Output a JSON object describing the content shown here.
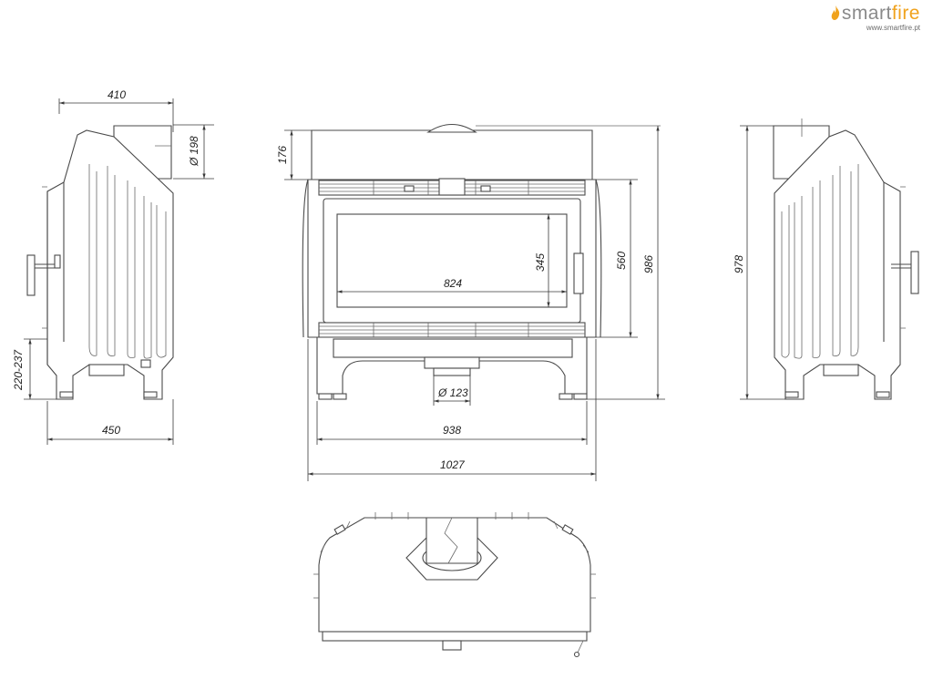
{
  "brand": {
    "name_part1": "smart",
    "name_part2": "fire",
    "url": "www.smartfire.pt",
    "colors": {
      "grey": "#8a8a8a",
      "accent": "#f0a21c"
    }
  },
  "dimensions": {
    "side_left_depth_top": "410",
    "side_left_flue": "Ø 198",
    "side_left_leg_height": "220-237",
    "side_left_depth_bottom": "450",
    "front_top_height": "176",
    "front_glass_height": "345",
    "front_glass_width": "824",
    "front_door_height": "560",
    "front_total_height": "986",
    "front_air_inlet": "Ø 123",
    "front_inner_width": "938",
    "front_total_width": "1027",
    "side_right_height": "978"
  }
}
